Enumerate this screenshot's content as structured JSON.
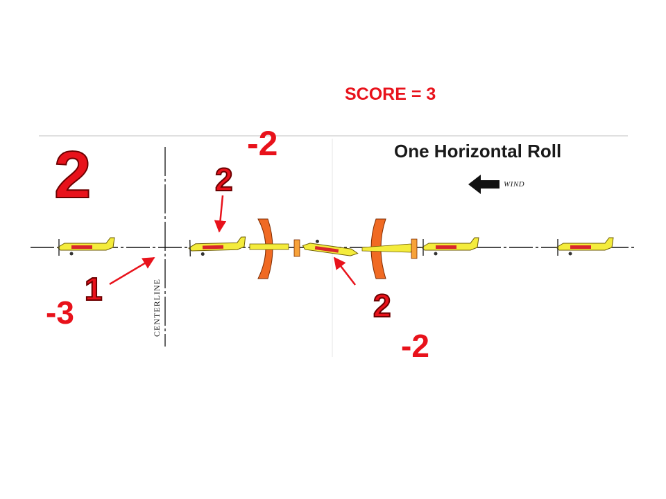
{
  "score": "SCORE = 3",
  "title": "One Horizontal Roll",
  "wind_label": "WIND",
  "centerline_label": "CENTERLINE",
  "segment_numbers": {
    "main": "2",
    "roll_start": "2",
    "centerline": "1",
    "inverted": "2"
  },
  "penalties": {
    "top": "-2",
    "left": "-3",
    "bottom": "-2"
  },
  "colors": {
    "accent_red": "#e8121b",
    "aircraft_yellow": "#f4ec3c",
    "aircraft_orange": "#f06a23"
  },
  "icons": [
    "wind-arrow-icon",
    "aircraft-icon"
  ]
}
